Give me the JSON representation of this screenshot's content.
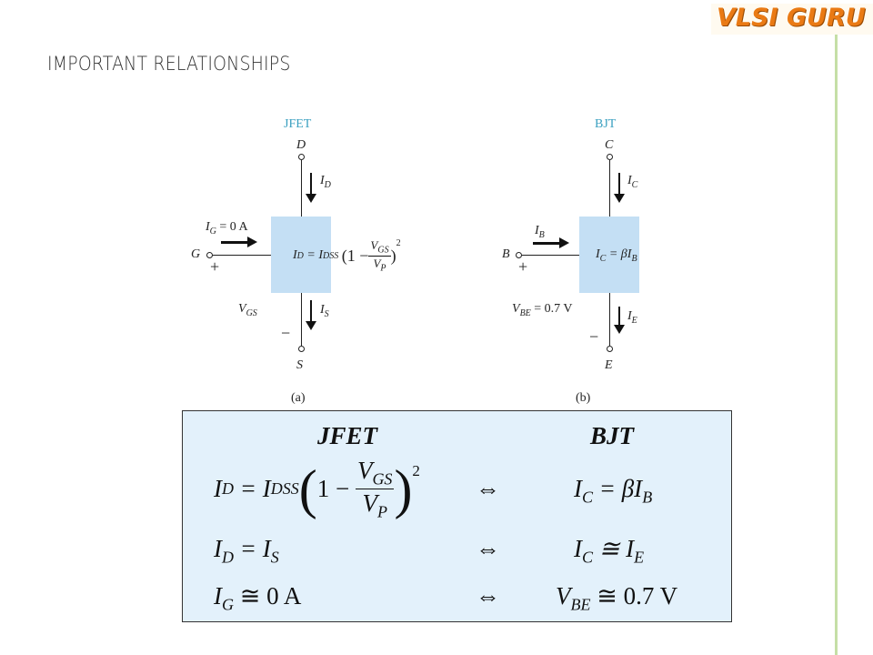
{
  "slide_title": "IMPORTANT RELATIONSHIPS",
  "logo_text": "VLSI GURU",
  "jfet_diagram": {
    "heading": "JFET",
    "drain": "D",
    "gate": "G",
    "source": "S",
    "id": "I",
    "id_sub": "D",
    "is": "I",
    "is_sub": "S",
    "ig": "I",
    "ig_sub": "G",
    "ig_value": "= 0 A",
    "vgs": "V",
    "vgs_sub": "GS",
    "plus": "+",
    "minus": "−",
    "eq_lhs": "I",
    "eq_lhs_sub": "D",
    "eq_mid": "= I",
    "eq_mid_sub": "DSS",
    "eq_paren_open": "(1 −",
    "eq_num": "V",
    "eq_num_sub": "GS",
    "eq_den": "V",
    "eq_den_sub": "P",
    "eq_paren_close": ")",
    "eq_exp": "2",
    "caption": "(a)"
  },
  "bjt_diagram": {
    "heading": "BJT",
    "collector": "C",
    "base": "B",
    "emitter": "E",
    "ic": "I",
    "ic_sub": "C",
    "ie": "I",
    "ie_sub": "E",
    "ib": "I",
    "ib_sub": "B",
    "vbe": "V",
    "vbe_sub": "BE",
    "vbe_value": "= 0.7 V",
    "plus": "+",
    "minus": "−",
    "eq": "I",
    "eq_sub": "C",
    "eq_rest": "= βI",
    "eq_rest_sub": "B",
    "caption": "(b)"
  },
  "table": {
    "col_jfet": "JFET",
    "col_bjt": "BJT",
    "equiv": "⇔",
    "r1": {
      "a": "I",
      "a_sub": "D",
      "b": "= I",
      "b_sub": "DSS",
      "paren_open": "(",
      "one": "1 −",
      "num": "V",
      "num_sub": "GS",
      "den": "V",
      "den_sub": "P",
      "paren_close": ")",
      "exp": "2",
      "c": "I",
      "c_sub": "C",
      "d": "= βI",
      "d_sub": "B"
    },
    "r2": {
      "a": "I",
      "a_sub": "D",
      "b": "= I",
      "b_sub": "S",
      "c": "I",
      "c_sub": "C",
      "d": "≅ I",
      "d_sub": "E"
    },
    "r3": {
      "a": "I",
      "a_sub": "G",
      "b": "≅ 0 A",
      "c": "V",
      "c_sub": "BE",
      "d": "≅ 0.7 V"
    }
  }
}
